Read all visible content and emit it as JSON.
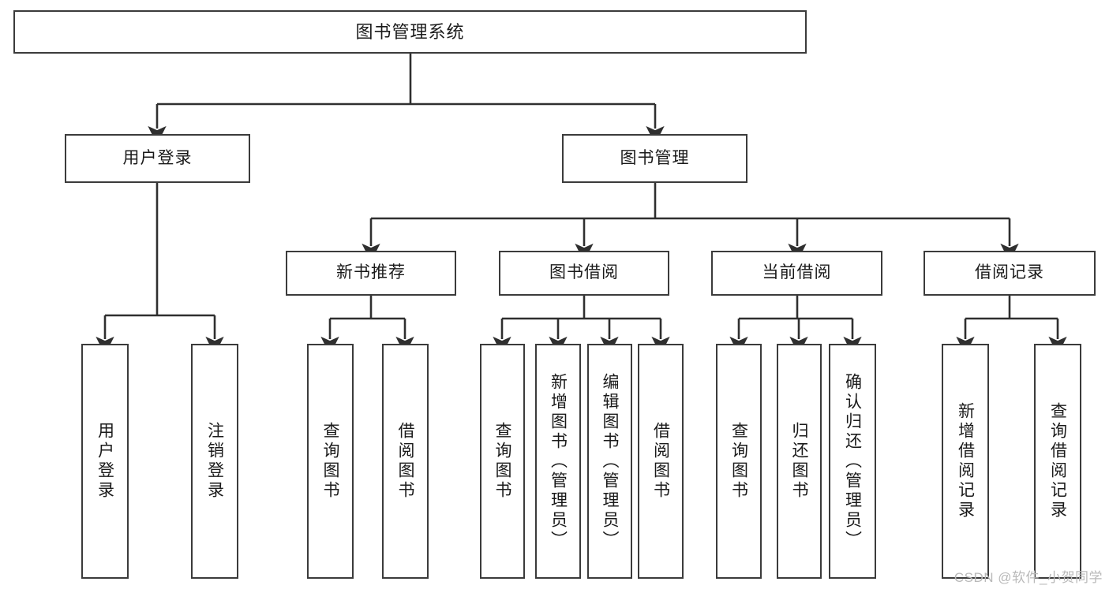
{
  "diagram": {
    "title": "图书管理系统",
    "watermark": "CSDN @软件_小贺同学",
    "colors": {
      "box_border": "#3b3b3b",
      "box_fill": "#ffffff",
      "edge": "#2f2f2f",
      "text": "#1a1a1a",
      "watermark": "#b9b9b9"
    },
    "root": {
      "label": "图书管理系统"
    },
    "level2": [
      {
        "label": "用户登录"
      },
      {
        "label": "图书管理"
      }
    ],
    "level3": [
      {
        "label": "新书推荐"
      },
      {
        "label": "图书借阅"
      },
      {
        "label": "当前借阅"
      },
      {
        "label": "借阅记录"
      }
    ],
    "leaves": {
      "user_login": [
        {
          "label": "用户登录"
        },
        {
          "label": "注销登录"
        }
      ],
      "new_book_recommend": [
        {
          "label": "查询图书"
        },
        {
          "label": "借阅图书"
        }
      ],
      "book_borrow": [
        {
          "label": "查询图书"
        },
        {
          "label": "新增图书（管理员）"
        },
        {
          "label": "编辑图书（管理员）"
        },
        {
          "label": "借阅图书"
        }
      ],
      "current_borrow": [
        {
          "label": "查询图书"
        },
        {
          "label": "归还图书"
        },
        {
          "label": "确认归还（管理员）"
        }
      ],
      "borrow_record": [
        {
          "label": "新增借阅记录"
        },
        {
          "label": "查询借阅记录"
        }
      ]
    }
  }
}
